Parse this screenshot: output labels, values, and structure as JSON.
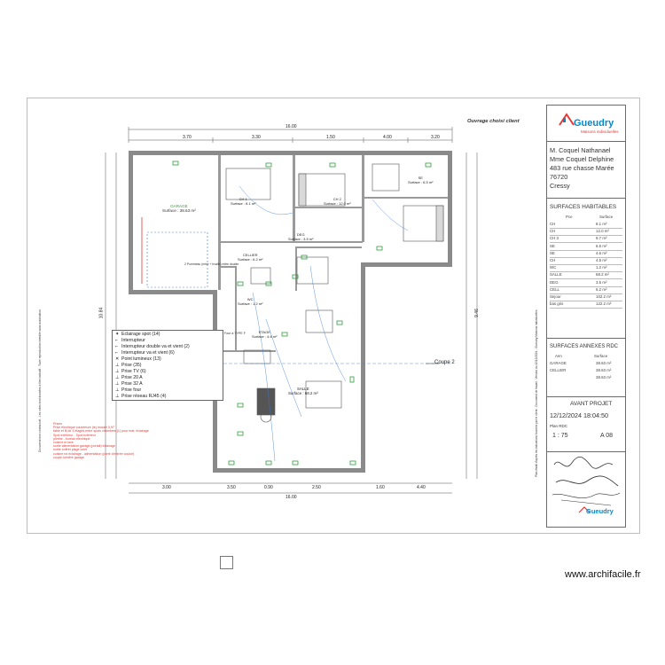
{
  "header": {
    "title": "Ouvrage choisi client"
  },
  "logo": {
    "brand": "Gueudry",
    "tagline": "Maisons individuelles",
    "colors": {
      "primary": "#0a86c5",
      "accent": "#e53935"
    }
  },
  "client": {
    "lines": [
      "M. Coquel Nathanael",
      "Mme Coquel Delphine",
      "483 rue chasse Marée",
      "76720",
      "Cressy"
    ]
  },
  "surfaces_habitables": {
    "title": "SURFACES HABITABLES",
    "columns": [
      "Pce",
      "Surface"
    ],
    "rows": [
      [
        "CH",
        "8.1 m²"
      ],
      [
        "CH",
        "12.0 m²"
      ],
      [
        "CH 3",
        "9.7 m²"
      ],
      [
        "SE",
        "6.5 m²"
      ],
      [
        "SE",
        "4.6 m²"
      ],
      [
        "CH",
        "4.5 m²"
      ],
      [
        "WC",
        "1.2 m²"
      ],
      [
        "SALLE",
        "68.2 m²"
      ],
      [
        "DEG",
        "3.5 m²"
      ],
      [
        "CELL",
        "6.2 m²"
      ],
      [
        "Sejour",
        "102.2 m²"
      ],
      [
        "bas gris",
        "122.2 m²"
      ]
    ]
  },
  "surfaces_annexes": {
    "title": "SURFACES ANNEXES RDC",
    "columns": [
      "Ann",
      "Surface"
    ],
    "rows": [
      [
        "GARAGE",
        "38.63 m²"
      ],
      [
        "CELLIER",
        "38.63 m²"
      ],
      [
        "",
        "38.63 m²"
      ]
    ]
  },
  "project": {
    "phase": "AVANT PROJET",
    "datetime": "12/12/2024 18:04:50",
    "plan_label": "Plan RDC",
    "scale": "1 : 75",
    "sheet_no": "A 08"
  },
  "legend": {
    "items": [
      {
        "sym": "✦",
        "label": "Eclairage spot (14)"
      },
      {
        "sym": "⌐",
        "label": "Interrupteur"
      },
      {
        "sym": "⌐",
        "label": "Interrupteur double va et vient (2)"
      },
      {
        "sym": "⌐",
        "label": "Interrupteur va et vient (6)"
      },
      {
        "sym": "✕",
        "label": "Point lumineux (13)"
      },
      {
        "sym": "⊥",
        "label": "Prise (35)"
      },
      {
        "sym": "⊥",
        "label": "Prise TV (6)"
      },
      {
        "sym": "⊥",
        "label": "Prise 20 A"
      },
      {
        "sym": "⊥",
        "label": "Prise 32 A"
      },
      {
        "sym": "⊥",
        "label": "Prise four"
      },
      {
        "sym": "⊥",
        "label": "Prise réseau RJ45 (4)"
      }
    ]
  },
  "notes": {
    "lines": [
      "Prises",
      "Prise électrique couverture (le) murale 0,97",
      "table et lit de 3 étages entre spots chambres (1) pour mat. éclairage",
      "Spot extérieur - Spot extérieur",
      "plinthe - bureau électrique",
      "cuisine et lave",
      "sortie alimentation garage (portail) éclairage",
      "sortie coffret plage volet",
      "cuisine roi éclairage - alimentation (porte d'entrée couloir)",
      "coupe-lumière garage"
    ]
  },
  "rooms": [
    {
      "name": "GARAGE",
      "area": "Surface : 38.63 m²"
    },
    {
      "name": "CH 1",
      "area": "Surface : 8.1 m²"
    },
    {
      "name": "CH 2",
      "area": "Surface : 12.0 m²"
    },
    {
      "name": "SE",
      "area": "Surface : 6.5 m²"
    },
    {
      "name": "DEG",
      "area": "Surface : 3.5 m²"
    },
    {
      "name": "CELLIER",
      "area": "Surface : 6.2 m²"
    },
    {
      "name": "SALLE",
      "area": "Surface : 68.2 m²"
    },
    {
      "name": "WC",
      "area": "Surface : 1.2 m²"
    },
    {
      "name": "ETAGE",
      "area": "Surface : 4.6 m²"
    }
  ],
  "plan_text": {
    "cut_label": "Coupe 2",
    "pac_label": "2 Pommeau (mixe + trvalle) mitre double",
    "oven_label": "Four a TYPE F"
  },
  "dimensions": {
    "top_total": "16.00",
    "top_parts": [
      "3.70",
      "3.30",
      "1.50",
      "4.00",
      "3.20"
    ],
    "bottom_total": "16.00",
    "bottom_parts": [
      "3.00",
      "3.50",
      "0.90",
      "2.50",
      "1.60",
      "4.40"
    ],
    "left_total": "10.84",
    "right_total": "9.46"
  },
  "side_text": {
    "left": "Document non contractuel - Les cotes sont données à titre indicatif - Toute reproduction interdite sans autorisation",
    "right": "Plan établi d'après les indications fournies par le client - Document de travail - Version du 12/12/2024 - Gueudry Maisons individuelles"
  },
  "footer": {
    "site": "www.archifacile.fr"
  }
}
